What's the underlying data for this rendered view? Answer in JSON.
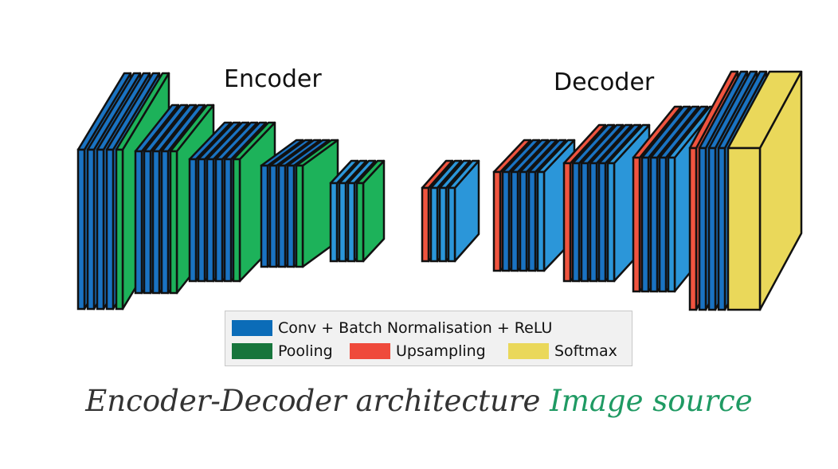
{
  "diagram": {
    "encoder_label": "Encoder",
    "decoder_label": "Decoder"
  },
  "legend": {
    "items": [
      {
        "label": "Conv + Batch Normalisation + ReLU",
        "color": "#0b6cb8"
      },
      {
        "label": "Pooling",
        "color": "#17753c"
      },
      {
        "label": "Upsampling",
        "color": "#ef4a3b"
      },
      {
        "label": "Softmax",
        "color": "#ead85a"
      }
    ]
  },
  "colors": {
    "conv": "#1a73c2",
    "conv_light": "#2b96d9",
    "pool": "#1db25a",
    "upsample": "#f0543f",
    "softmax": "#ead85a",
    "outline": "#111111"
  },
  "caption": {
    "text": "Encoder-Decoder architecture",
    "link": "Image source"
  }
}
